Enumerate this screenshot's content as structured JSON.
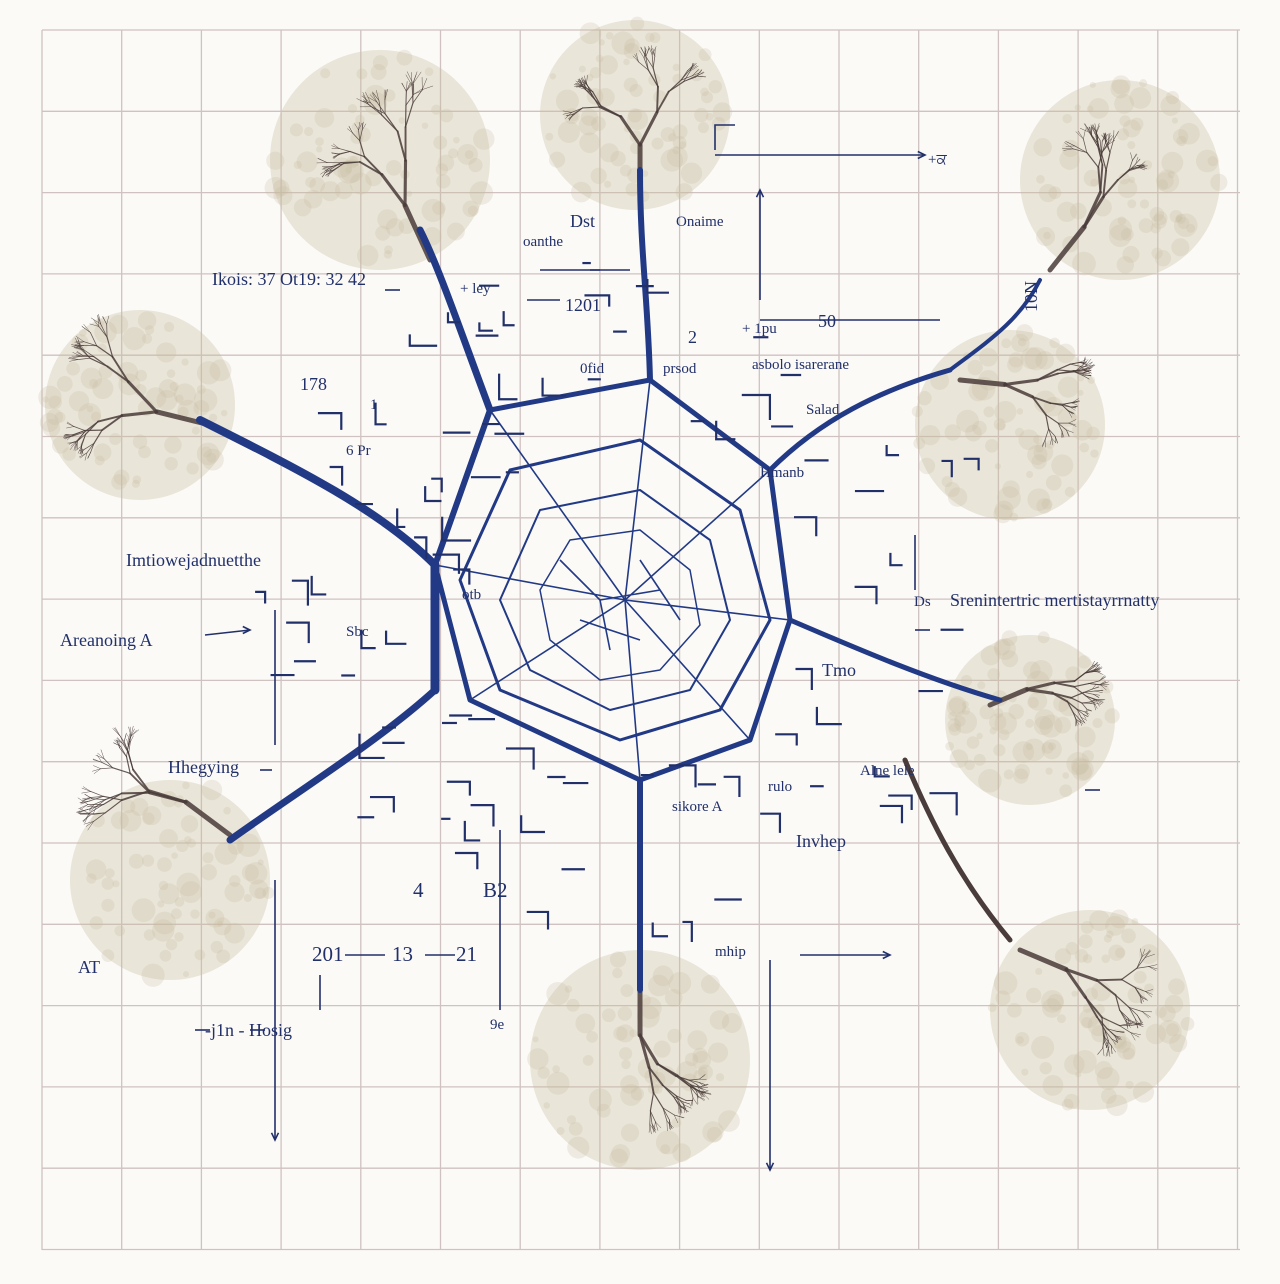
{
  "labels": {
    "top_sheet": "Dst",
    "top_inscription": "oanthe",
    "top_right_title": "Onaime",
    "top_right_glyph": "+ਕ",
    "top_left_code": "Ikois: 37  Ot19: 32 42",
    "top_plus_ly": "+ ley",
    "code_1201": "1201",
    "num_2": "2",
    "code_1pu": "+ 1pu",
    "code_50": "50",
    "label_0fid": "0fid",
    "label_prsod": "prsod",
    "label_asbolo": "asbolo isarerane",
    "label_1778": "178",
    "label_1": "1",
    "label_salad": "Salad",
    "label_6pr": "6 Pr",
    "label_hmanb": "Hmanb",
    "left_long": "Imtiowejadnuetthe",
    "right_long": "Srenintertric mertistayrrnatty",
    "left_arrow_label": "Areanoing A",
    "right_tmo": "Tmo",
    "left_lower": "Hhegying",
    "right_alne": "Alne lele",
    "right_invhep": "Invhep",
    "label_rulo": "rulo",
    "label_sikore": "sikore A",
    "bottom_chain_1": "201",
    "bottom_chain_2": "13",
    "bottom_chain_3": "21",
    "bottom_lower_left": "-j1n - Hosig",
    "bottom_b2": "B2",
    "bottom_4": "4",
    "bottom_at": "AT",
    "bottom_mhip": "mhip",
    "bottom_92": "9e",
    "right_vertical": "10N",
    "sbc": "Sbc",
    "otb": "otb",
    "ds": "Ds"
  },
  "colors": {
    "ink": "#22306a",
    "branch": "#223a85",
    "tree_trunk": "#4a3c3a",
    "canopy": "#c9bd9f",
    "grid": "#cfc2c0",
    "paper": "#fbfaf7"
  },
  "icons": {
    "tree": "tree-icon",
    "web": "radial-web"
  }
}
